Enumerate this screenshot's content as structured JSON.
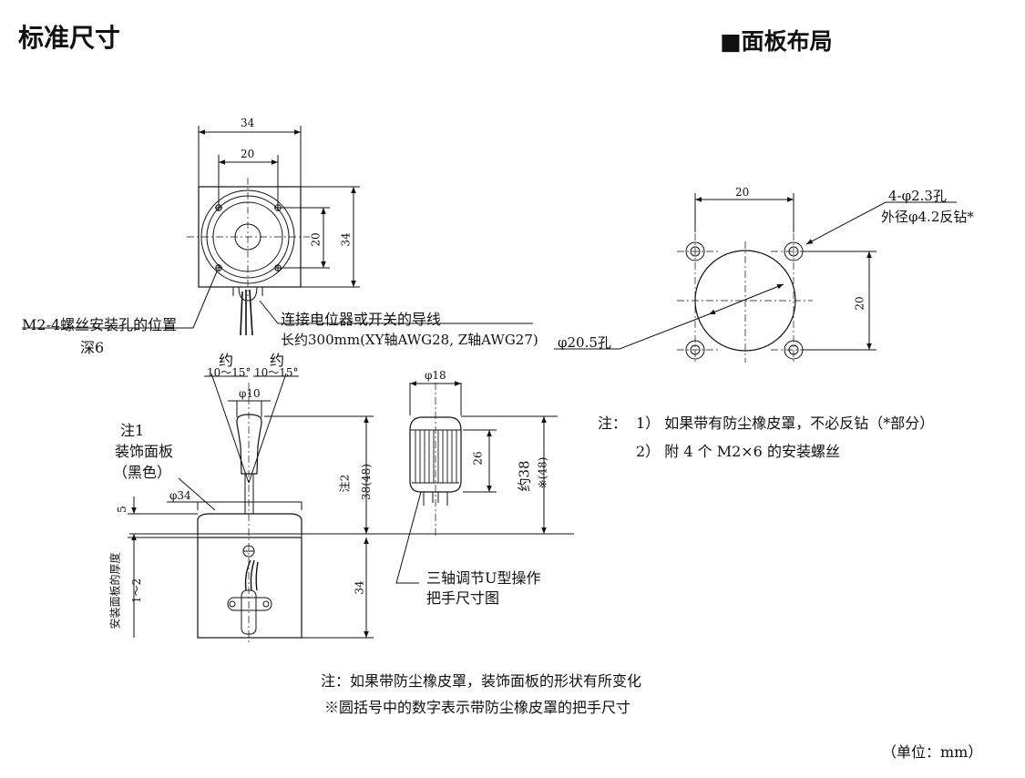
{
  "headings": {
    "left": "标准尺寸",
    "right": "■面板布局"
  },
  "front_view": {
    "dim_width": "34",
    "dim_inner": "20",
    "dim_inner_v": "20",
    "dim_height": "34",
    "screw_note": "M2-4螺丝安装孔的位置",
    "screw_depth": "深6",
    "wire_note": "连接电位器或开关的导线",
    "wire_spec": "长约300mm(XY轴AWG28, Z轴AWG27)"
  },
  "side_view": {
    "angle_left_prefix": "约",
    "angle_left": "10～15°",
    "angle_right_prefix": "约",
    "angle_right": "10～15°",
    "knob_dia": "φ10",
    "note1": "注1",
    "panel_label": "装饰面板",
    "panel_color": "（黑色）",
    "dim_5": "5",
    "dim_34_dia": "φ34",
    "thickness_label": "安装面板的厚度",
    "thickness_value": "1～2",
    "note2": "注2",
    "height_value": "38(48)",
    "dim_body": "34"
  },
  "handle_view": {
    "dia": "φ18",
    "dim_26": "26",
    "approx_38": "约38",
    "note_48": "※(48)",
    "caption_line1": "三轴调节U型操作",
    "caption_line2": "把手尺寸图"
  },
  "panel_layout": {
    "dim_top": "20",
    "holes_label": "4-φ2.3孔",
    "counterbore": "外径φ4.2反钻*",
    "dim_side": "20",
    "center_hole": "φ20.5孔"
  },
  "notes_right": {
    "prefix": "注：",
    "item1": "1）  如果带有防尘橡皮罩，不必反钻（*部分）",
    "item2": "2）  附 4 个 M2×6 的安装螺丝"
  },
  "notes_bottom": {
    "line1": "注：如果带防尘橡皮罩，装饰面板的形状有所变化",
    "line2": "※圆括号中的数字表示带防尘橡皮罩的把手尺寸"
  },
  "unit": "（单位：mm）"
}
